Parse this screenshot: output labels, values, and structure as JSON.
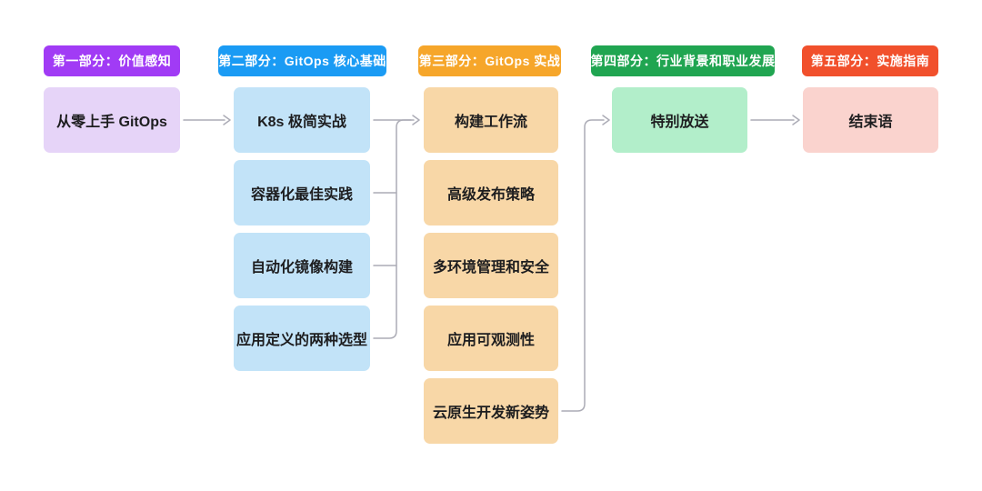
{
  "diagram_type": "course-outline-flowchart",
  "colors": {
    "background": "#ffffff",
    "connector": "#acacb6",
    "node_text": "#1d1d1f",
    "badge_text": "#ffffff"
  },
  "columns": [
    {
      "badge": "第一部分：价值感知",
      "badge_color": "#a13bf5",
      "box_color": "#e6d4f8",
      "items": [
        "从零上手 GitOps"
      ]
    },
    {
      "badge": "第二部分：GitOps 核心基础",
      "badge_color": "#1a9bf4",
      "box_color": "#c2e3f8",
      "items": [
        "K8s 极简实战",
        "容器化最佳实践",
        "自动化镜像构建",
        "应用定义的两种选型"
      ]
    },
    {
      "badge": "第三部分：GitOps 实战",
      "badge_color": "#f6a62a",
      "box_color": "#f8d7a7",
      "items": [
        "构建工作流",
        "高级发布策略",
        "多环境管理和安全",
        "应用可观测性",
        "云原生开发新姿势"
      ]
    },
    {
      "badge": "第四部分：行业背景和职业发展",
      "badge_color": "#20a551",
      "box_color": "#b2eeca",
      "items": [
        "特别放送"
      ]
    },
    {
      "badge": "第五部分：实施指南",
      "badge_color": "#f1502c",
      "box_color": "#fad3ce",
      "items": [
        "结束语"
      ]
    }
  ],
  "connections": [
    {
      "from": "从零上手 GitOps",
      "to": "K8s 极简实战"
    },
    {
      "from": "K8s 极简实战",
      "to": "构建工作流"
    },
    {
      "from": "容器化最佳实践",
      "to": "构建工作流"
    },
    {
      "from": "自动化镜像构建",
      "to": "构建工作流"
    },
    {
      "from": "应用定义的两种选型",
      "to": "构建工作流"
    },
    {
      "from": "云原生开发新姿势",
      "to": "特别放送"
    },
    {
      "from": "特别放送",
      "to": "结束语"
    }
  ]
}
